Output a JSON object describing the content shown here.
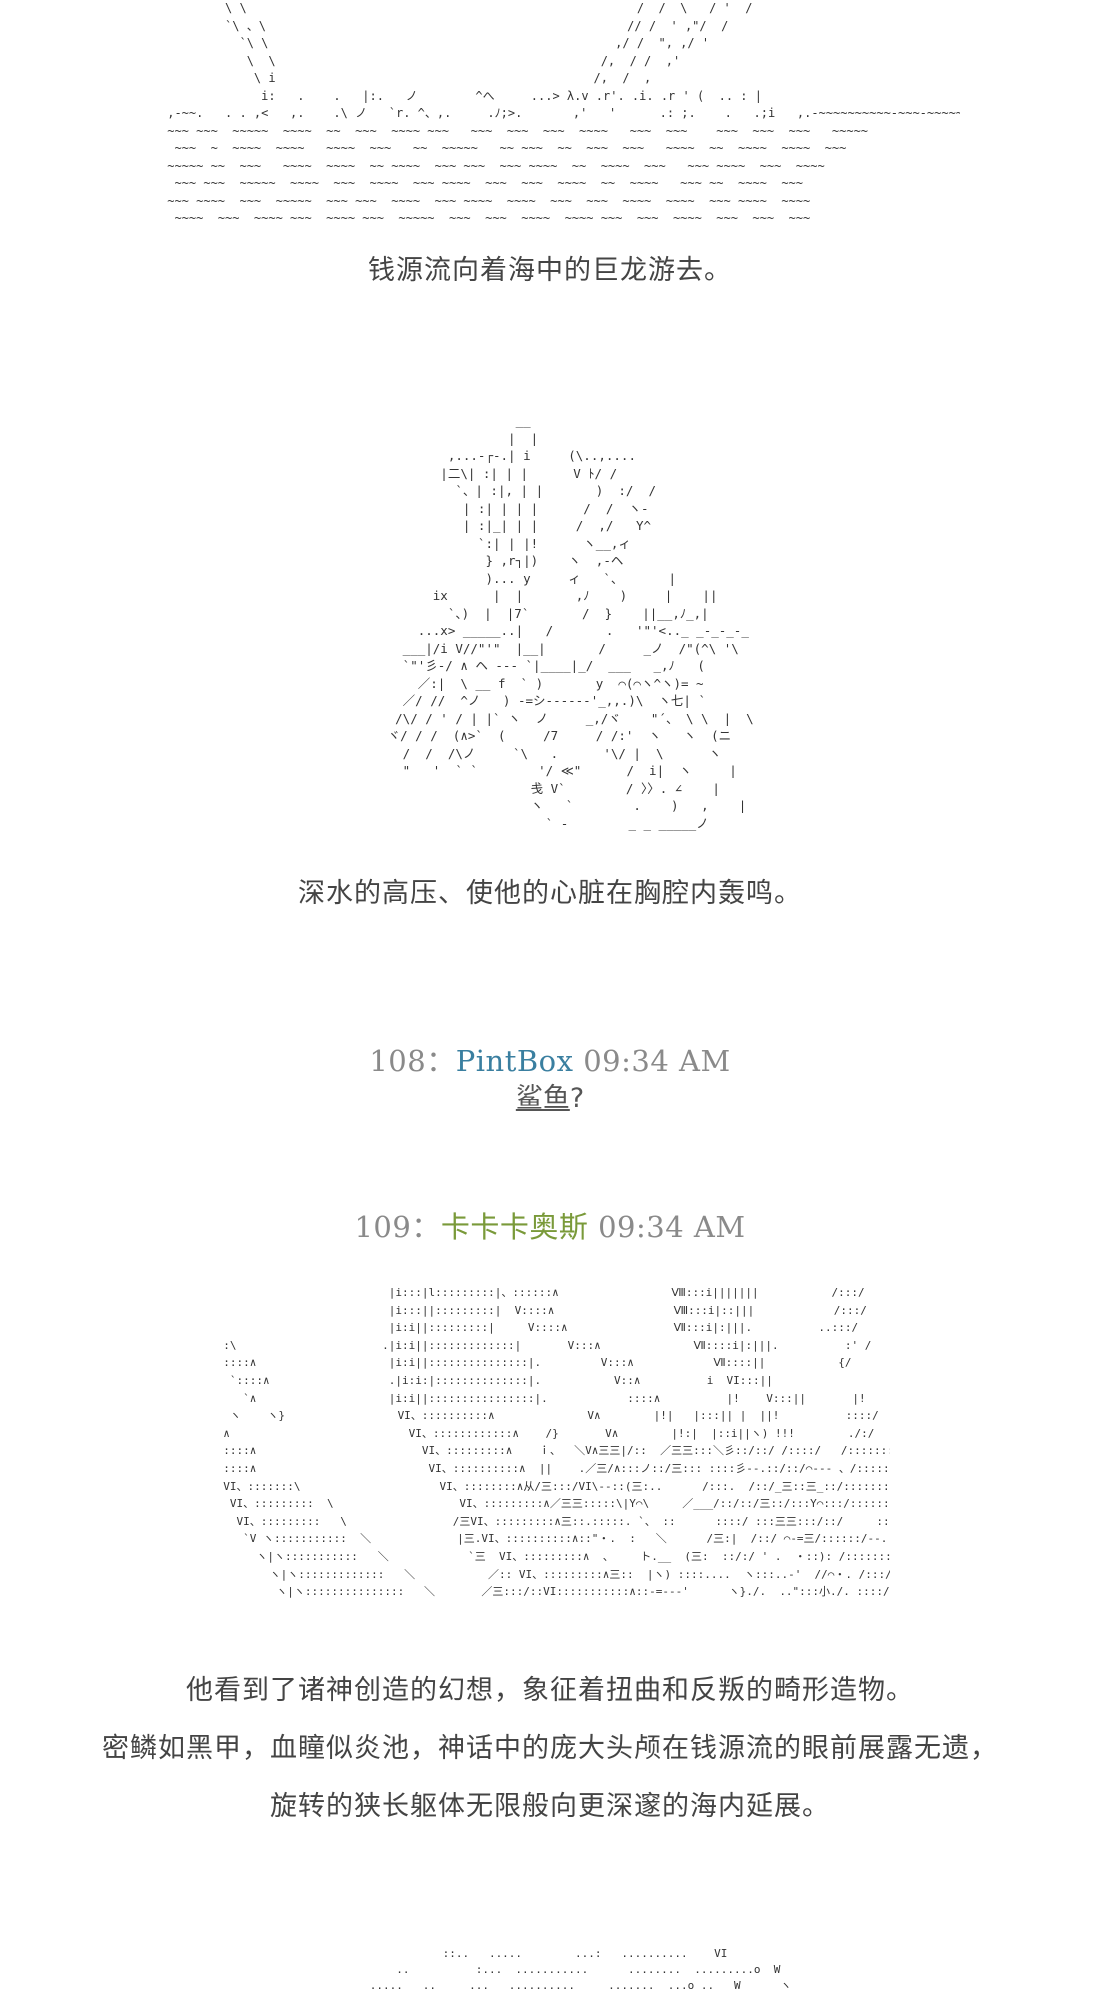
{
  "colors": {
    "text": "#444444",
    "art": "#333333",
    "header": "#8a8a8a",
    "name_108": "#3a7fa0",
    "name_109": "#7a9a3a"
  },
  "art": {
    "sea": "         \\ \\                                                      /  /  \\   / '  /\n         `\\ 、\\                                                  // /  ' ,\"/  /\n           `\\ \\                                                ,/ /  \", ,/ '\n            \\  \\                                             /,  / /  ,'\n             \\ i                                            /,  /  ,\n              i:   .    .   |:.   ノ        ^へ     ...> λ.v .r'. .i. .r ' (  .. : |\n ,-~~.   . . ,<   ,.    .\\ ノ   `r. ^、,.     .ﾉ;>.       ,'   '      .: ;.    .   .;i   ,.-~~~~~~~~~~-~~~-~~~~~~-~~~~~~-~-~~~-\n ~~~ ~~~  ~~~~~  ~~~~  ~~  ~~~  ~~~~ ~~~   ~~~  ~~~  ~~~  ~~~~   ~~~  ~~~    ~~~  ~~~  ~~~   ~~~~~\n  ~~~  ~  ~~~~  ~~~~   ~~~~  ~~~   ~~  ~~~~~   ~~ ~~~  ~~  ~~~  ~~~   ~~~~  ~~  ~~~~  ~~~~  ~~~\n ~~~~~ ~~  ~~~   ~~~~  ~~~~  ~~ ~~~~  ~~~ ~~~  ~~~ ~~~~  ~~  ~~~~  ~~~   ~~~ ~~~~  ~~~  ~~~~\n  ~~~ ~~~  ~~~~~  ~~~~  ~~~  ~~~~  ~~~ ~~~~  ~~~  ~~~  ~~~~  ~~  ~~~~   ~~~ ~~  ~~~~  ~~~\n ~~~ ~~~~  ~~~  ~~~~~  ~~~ ~~~  ~~~~  ~~~ ~~~~  ~~~~  ~~~  ~~~  ~~~~  ~~~~  ~~~ ~~~~  ~~~~\n  ~~~~  ~~~  ~~~~ ~~~  ~~~~ ~~~  ~~~~~  ~~~  ~~~  ~~~~  ~~~~ ~~~  ~~~  ~~~~  ~~~  ~~~  ~~~",
    "heart": "                      __\n                     |  |\n             ,...-┌-.| i     (\\..,....\n            |二\\| :| | |      V ﾄ/ /\n              `、| :|, | |       )  :/  /\n               | :| | | |      /  /  ヽ-\n               | :|_| | |     /  ,/   Y^\n                 `:| | |!      ヽ__,ィ\n                  } ,r┐|)    ヽ  ,-ヘ\n                  )... y     ィ   `、      |\n           ix      |  |       ,ﾉ    )     |    ||\n             `、)  |  |7`       /  }    ||__,ﾉ_,|\n         ...x> _____..|   /       .   '\"'<.._ _-_-_-_\n       ___|/i V//\"'\"  |__|       /     _ノ  /\"(^\\ '\\\n       `\"'彡-/ ∧ ヘ ‐-- `|____|_/  ___   _,ﾉ   (\n         ／:|  \\ __ f  ` )       y  ⌒(⌒ヽ^ヽ)= ~\n       ／/ //  ^ノ   ) ‐=シ‐‐‐‐‐‐'_,,.)\\  ヽ七| `\n      /\\/ / ' / | |` ヽ  ノ     _,/ヾ    \"´、 \\ \\  |  \\\n     ヾ/ / /  (∧>`  (     /7     / /:'  ヽ   ヽ  (ニ\n       /  /  /\\ノ     `\\   .      '\\/ |  \\      ヽ\n       \"   '  ` `        '/ ≪\"      /  i|  ヽ     |\n                        戋 V`        / 〉〉. ∠    |\n                        ヽ   `        .    )   ,    |\n                          ` ‐        _ _ _____ノ",
    "wings": "                           |i:::|l:::::::::|、::::::∧                 Ⅷ:::i|||||||           /:::/          /::::::::/|i:||l|:|i|::::::\n                           |i:::||:::::::::|  V::::∧                  Ⅷ:::i|::|||            /:::/         /:::::::／|i:||l:|ﾘ|:::::\n                           |i:i||:::::::::|     V::::∧                Ⅶ:::i|:|||.          ..:::/          /::::::::/  |i:||:|i:|||::|\n  :\\                      .|i:i||:::::::::::::|       V:::∧              Ⅶ::::i|:|||.          :' /           /::::::::/    .|i|||l:||:|//:\n  ::::∧                    |i:i||:::::::::::::::|.         V:::∧            Ⅶ::::||           {/            /::::::::/     ./ |::.:/:::::::\n   `::::∧                  .|i:i:|::::::::::::::|.           V::∧          i  VI:::||                       !!::::::/    ./ ::::/::::::::/\n     `∧                    |i:i||::::::::::::::::|.            ::::∧          |!    V:::||       |!         /::::::/   /::::::/::::::::/\n   ヽ    ヽ}                 VI、::::::::::∧              V∧        |!|   |:::|| |  ||!          ::::/    /:::::::/::::::::::/\n  ∧                           VI、::::::::::::∧    /}       V∧        |!:|  |::i||ヽ) !!!        ./:/     /:::::／/::::::::/\n  ::::∧                         VI、:::::::::∧    ｉ、  ＼V∧三三|/::  ／三三:::＼彡::/::/ /::::/   /:::::::/\n  ::::∧                          VI、::::::::::∧  ||    .／三/∧:::ノ::/三::: ::::彡‐‐.::/::/⌒‐‐‐ 、/:::::::::/>\"゛\n  VI、:::::::\\                     VI、::::::::∧从/三:::/VI\\‐‐::(三:..      /:::.  /::/_三::三_::/:::::::/-‐\"\n   VI、:::::::::  \\                   VI、:::::::::∧／三三:::::\\|Y⌒\\     ／___/::/::/三::/:::Y⌒:::/:::::::/:::::\n    VI、:::::::::   \\                /三VI、:::::::::∧三::.:::::. `、 ::      ::::/ :::三三:::/::/     ::.  イ/:::::/::::::/::::\n     `V ヽ:::::::::::  ＼             |三.VI、::::::::::∧::\"・.  :   ＼      /三:|  /::/ ⌒‐=三/::::::/‐‐.\n       ヽ|ヽ:::::::::::   ＼            `三  VI、:::::::::∧  、    ト.__  (三:  ::/:/ ' .  ・::): /:::::::/三三)/\n         ヽ|ヽ:::::::::::::   ＼           ／:: VI、:::::::::∧三::  |ヽ) ::::....  ヽ:::..‐'  //⌒・. /:::/::::/  ::/::::/\n          ヽ|ヽ:::::::::::::::   ＼       ／三:::/::VI:::::::::::∧::‐=‐-‐'      ヽ}./.  ..\":::小./. ::::/\" /::::/",
    "bottom": "                 ::..   .....        ...:   ..........    VI\n          ..          :...  ...........      ........  .........o  W\n      .....   ..     ...   ..........     .......  ...o ..   W      ヽ"
  },
  "captions": {
    "c1": "钱源流向着海中的巨龙游去。",
    "c2": "深水的高压、使他的心脏在胸腔内轰鸣。",
    "c3_line1": "他看到了诸神创造的幻想，象征着扭曲和反叛的畸形造物。",
    "c3_line2": "密鳞如黑甲，血瞳似炎池，神话中的庞大头颅在钱源流的眼前展露无遗，",
    "c3_line3": "旋转的狭长躯体无限般向更深邃的海内延展。"
  },
  "posts": [
    {
      "number": "108",
      "sep": "：",
      "name": "PintBox",
      "time": "09:34 AM",
      "reply_anchor": "鲨鱼",
      "reply_tail": "?"
    },
    {
      "number": "109",
      "sep": "：",
      "name": "卡卡卡奥斯",
      "time": "09:34 AM"
    }
  ]
}
